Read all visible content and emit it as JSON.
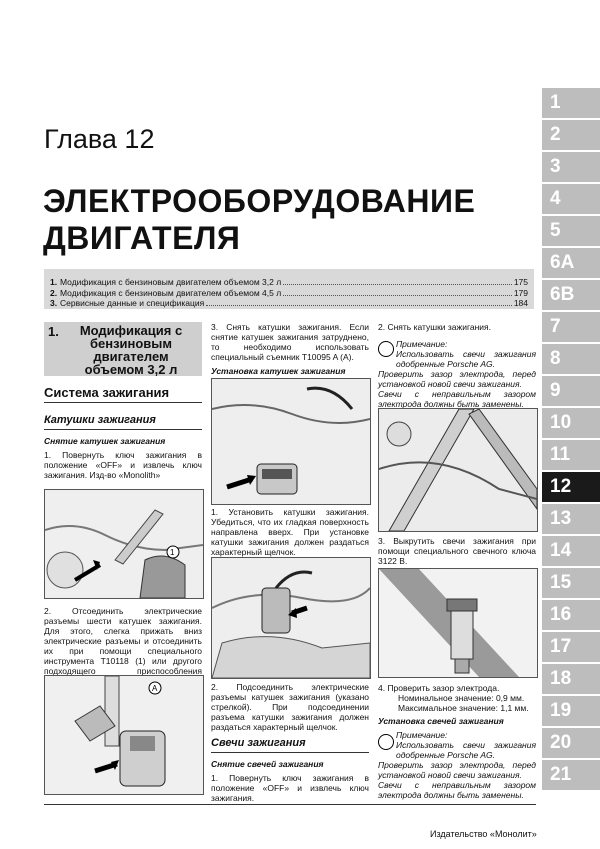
{
  "tabs": [
    "1",
    "2",
    "3",
    "4",
    "5",
    "6A",
    "6B",
    "7",
    "8",
    "9",
    "10",
    "11",
    "12",
    "13",
    "14",
    "15",
    "16",
    "17",
    "18",
    "19",
    "20",
    "21"
  ],
  "active_tab": "12",
  "chapter_label": "Глава 12",
  "title_line1": "ЭЛЕКТРООБОРУДОВАНИЕ",
  "title_line2": "ДВИГАТЕЛЯ",
  "toc": [
    {
      "num": "1.",
      "text": "Модификация с бензиновым двигателем объемом 3,2 л",
      "page": "175"
    },
    {
      "num": "2.",
      "text": "Модификация с бензиновым двигателем объемом 4,5 л",
      "page": "179"
    },
    {
      "num": "3.",
      "text": "Сервисные данные и спецификация",
      "page": "184"
    }
  ],
  "section": {
    "num": "1.",
    "title": "Модификация с бензиновым двигателем объемом 3,2 л"
  },
  "col1": {
    "h_system": "Система зажигания",
    "h_coils": "Катушки зажигания",
    "h_removal": "Снятие катушек зажигания",
    "step1": "1. Повернуть ключ зажигания в положение «OFF» и извлечь ключ зажигания. Изд-во «Monolith»",
    "step2": "2. Отсоединить электрические разъемы шести катушек зажигания. Для этого, слегка прижать вниз электрические разъемы и отсоединить их при помощи специального инструмента T10118 (1) или другого подходящего приспособления (проволока с загнутым концом).",
    "callout1": "1",
    "callout_a": "A"
  },
  "col2": {
    "step3": "3. Снять катушки зажигания. Если снятие катушек зажигания затруднено, то необходимо использовать специальный съемник T10095 A (A).",
    "h_install": "Установка катушек зажигания",
    "step1": "1. Установить катушки зажигания. Убедиться, что их гладкая поверхность направлена вверх. При установке катушки зажигания должен раздаться характерный щелчок.",
    "step2": "2. Подсоединить электрические разъемы катушек зажигания (указано стрелкой). При подсоединении разъема катушки зажигания должен раздаться характерный щелчок.",
    "h_plugs": "Свечи зажигания",
    "h_plug_removal": "Снятие свечей зажигания",
    "plug_step1": "1. Повернуть ключ зажигания в положение «OFF» и извлечь ключ зажигания."
  },
  "col3": {
    "step2": "2. Снять катушки зажигания.",
    "note1_title": "Примечание:",
    "note1_lines": [
      "Использовать свечи зажигания одобренные Porsche AG.",
      "Проверить зазор электрода, перед установкой новой свечи зажигания.",
      "Свечи с неправильным зазором электрода должны быть заменены."
    ],
    "step3": "3. Выкрутить свечи зажигания при помощи специального свечного ключа 3122 B.",
    "step4": "4. Проверить зазор электрода.",
    "nominal": "Номинальное значение: 0,9 мм.",
    "maximum": "Максимальное значение: 1,1 мм.",
    "h_plug_install": "Установка свечей зажигания",
    "note2_title": "Примечание:",
    "note2_lines": [
      "Использовать свечи зажигания одобренные Porsche AG.",
      "Проверить зазор электрода, перед установкой новой свечи зажигания.",
      "Свечи с неправильным зазором электрода должны быть заменены."
    ]
  },
  "footer": "Издательство «Монолит»"
}
